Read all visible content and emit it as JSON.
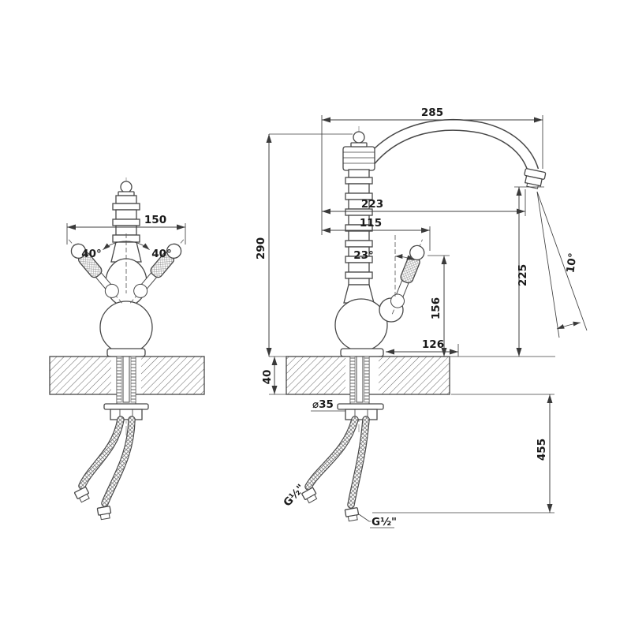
{
  "drawing": {
    "title": "kitchen-faucet-dimensional-drawing",
    "front": {
      "width": "150",
      "angle_left": "40°",
      "angle_right": "40°"
    },
    "side": {
      "spout_total": "285",
      "spout_reach": "223",
      "handle_reach": "115",
      "body_height": "290",
      "outlet_height": "225",
      "handle_height": "156",
      "handle_offset": "126",
      "deck_thickness": "40",
      "hose_drop": "455",
      "handle_angle": "23°",
      "outlet_angle": "10°",
      "hole_diameter": "⌀35",
      "hose_thread_a": "G½\"",
      "hose_thread_b": "G½\""
    }
  }
}
